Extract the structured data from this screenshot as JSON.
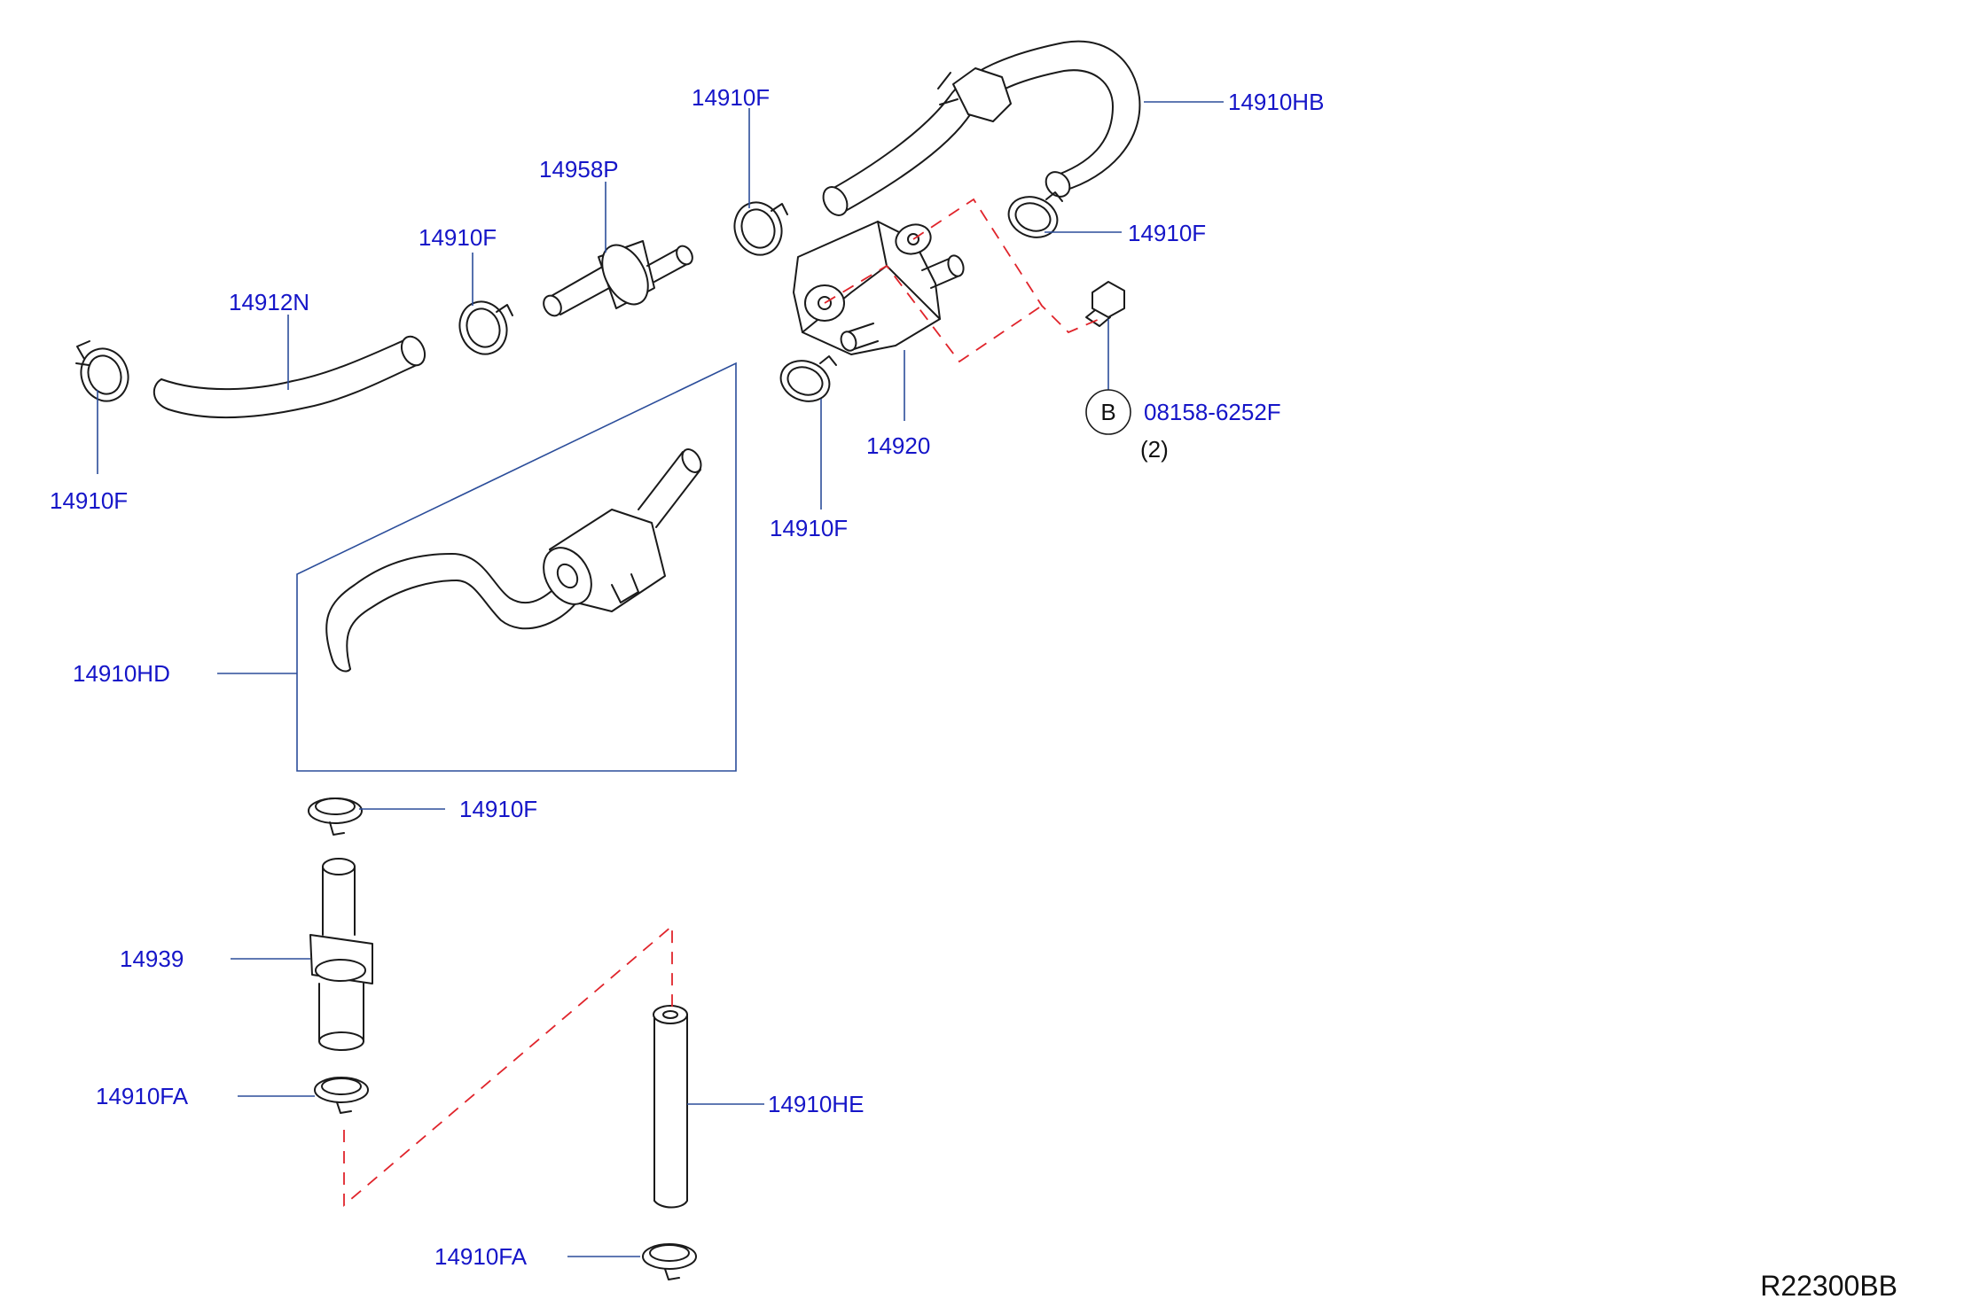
{
  "diagram": {
    "reference_code": "R22300BB",
    "callouts": {
      "hb": "14910HB",
      "f_top": "14910F",
      "p958": "14958P",
      "f_mid": "14910F",
      "n912": "14912N",
      "f_left": "14910F",
      "f_right": "14910F",
      "bolt_letter": "B",
      "bolt_part": "08158-6252F",
      "bolt_qty": "(2)",
      "valve": "14920",
      "f_valve": "14910F",
      "hd": "14910HD",
      "f_low": "14910F",
      "p939": "14939",
      "fa_1": "14910FA",
      "he": "14910HE",
      "fa_2": "14910FA"
    },
    "colors": {
      "label": "#1515c8",
      "leader": "#2b4d9a",
      "dashed_link": "#e0242b",
      "drawing": "#1a1a1a"
    }
  }
}
